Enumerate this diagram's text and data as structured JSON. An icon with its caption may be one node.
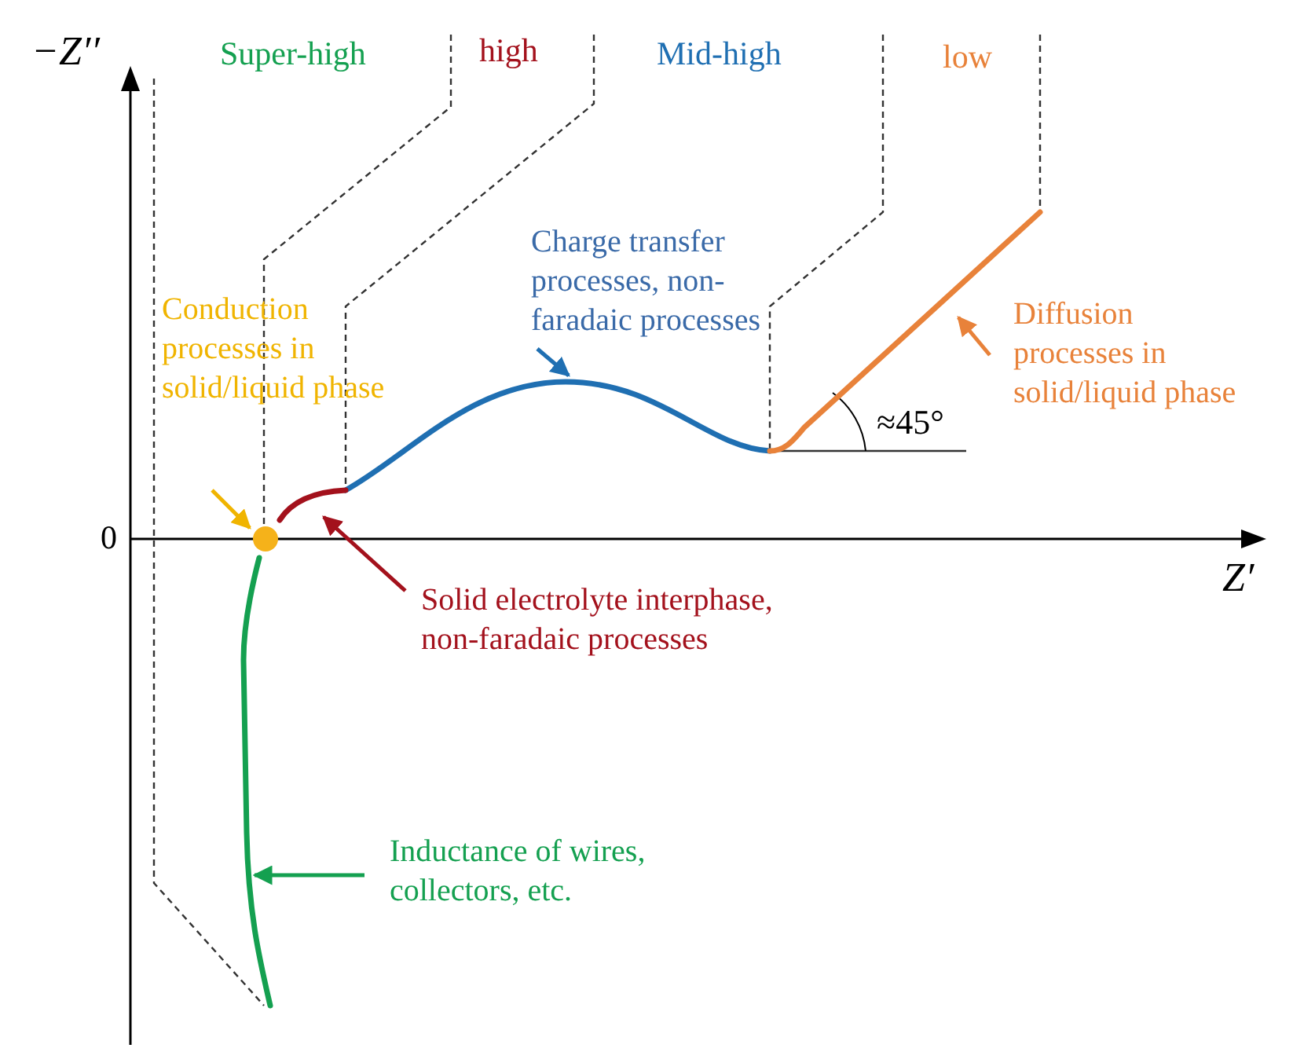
{
  "diagram": {
    "nodes": [
      {
        "text": [
          "Conduction processes in solid/liquid phase"
        ]
      },
      {
        "text": [],
        "shape": "circle"
      },
      {
        "text": [
          "Charge transfer processes, non-faradaic processes"
        ]
      },
      {
        "text": [],
        "shape": "curve"
      },
      {
        "text": [
          "Diffusion processes in solid/liquid phase"
        ]
      },
      {
        "text": [],
        "shape": "line"
      },
      {
        "text": [
          "Solid electrolyte interphase, non-faradaic processes"
        ]
      },
      {
        "text": [],
        "shape": "curve"
      },
      {
        "text": [
          "Inductance of wires, collectors, etc."
        ]
      },
      {
        "text": [],
        "shape": "curve"
      }
    ],
    "edges": [
      {
        "from": 0,
        "to": 1,
        "arrow": "to",
        "color": "#f0b400"
      },
      {
        "from": 2,
        "to": 3,
        "arrow": "to",
        "color": "#1f6fb2"
      },
      {
        "from": 4,
        "to": 5,
        "arrow": "to",
        "color": "#e8823a"
      },
      {
        "from": 6,
        "to": 7,
        "arrow": "to",
        "color": "#a3111c"
      },
      {
        "from": 8,
        "to": 9,
        "arrow": "to",
        "color": "#14a050"
      }
    ],
    "labels": [
      "−Z′′",
      "Super-high",
      "high",
      "Mid-high",
      "low",
      "0",
      "Z′",
      "≈45°"
    ]
  }
}
